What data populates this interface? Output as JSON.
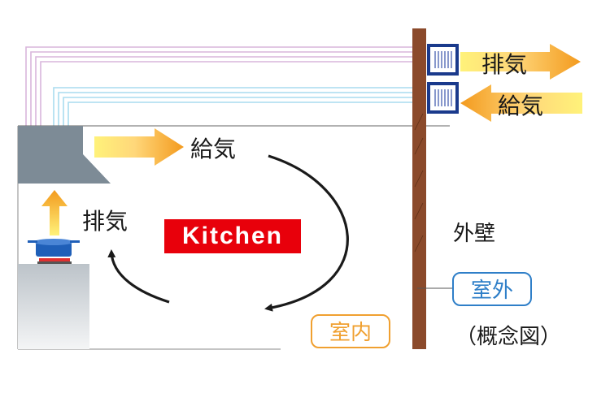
{
  "labels": {
    "exhaust_outside": "排気",
    "supply_outside": "給気",
    "supply_inside": "給気",
    "exhaust_inside": "排気",
    "outer_wall": "外壁",
    "kitchen": "Kitchen",
    "indoor": "室内",
    "outdoor": "室外",
    "conceptual_diagram": "（概念図）"
  },
  "colors": {
    "kitchen_badge": "#e8000b",
    "wall": "#8b4a2b",
    "hood": "#7d8b96",
    "vent_frame": "#1a3a8c",
    "indoor_badge": "#f0a030",
    "outdoor_badge": "#2f7fc8",
    "arrow_orange": "#f39a1e",
    "arrow_yellow": "#fff27a",
    "duct_pink": "#d9b6dc",
    "duct_blue": "#a9dcef"
  }
}
